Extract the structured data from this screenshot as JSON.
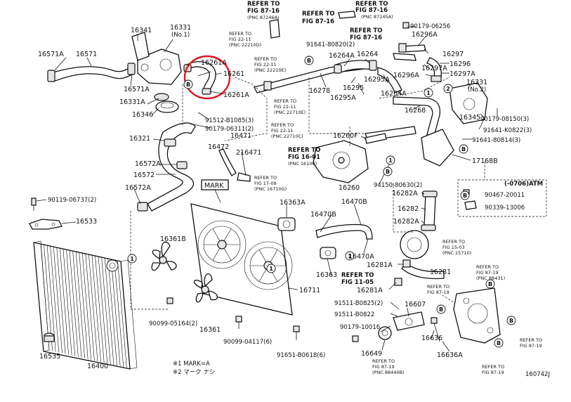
{
  "labels": {
    "p16341": "16341",
    "p16331_top": "16331",
    "p16331_top_sub": "(No.1)",
    "p16571A_l": "16571A",
    "p16571": "16571",
    "p16571A_m": "16571A",
    "p16331A": "16331A",
    "p16346": "16346",
    "p16321": "16321",
    "p16572A_t": "16572A",
    "p16572": "16572",
    "p16572A_b": "16572A",
    "p90119": "90119-06737(2)",
    "p16533": "16533",
    "p16400": "16400",
    "p16535": "16535",
    "p16361B": "16361B",
    "p16361": "16361",
    "p90099_05164": "90099-05164(2)",
    "p90099_04117": "90099-04117(6)",
    "p16711": "16711",
    "p91651": "91651-B0618(6)",
    "p16261A_t": "16261A",
    "p16261": "16261",
    "p16261A_b": "16261A",
    "p91512": "91512-B1085(3)",
    "p90179_06311": "90179-06311(2)",
    "p16471": "16471",
    "p16472": "16472",
    "p216471": "216471",
    "mark": "MARK",
    "p16363A": "16363A",
    "p16470B": "16470B",
    "p16470A": "16470A",
    "p16363": "16363",
    "p16278": "16278",
    "p16264A_t": "16264A",
    "p16264": "16264",
    "p16295": "16295",
    "p16295A_r": "16295A",
    "p16295A_b": "16295A",
    "p91641_80820": "91641-80820(2)",
    "p16264A_b": "16264A",
    "p16268": "16268",
    "p16260F": "16260F",
    "p16260": "16260",
    "p94150": "94150-80630(2)",
    "p16282A_t": "16282A",
    "p16282": "16282",
    "p16282A_b": "16282A",
    "p16281A_t": "16281A",
    "p16281": "16281",
    "p16281A_b": "16281A",
    "p91511_B0825": "91511-B0825(2)",
    "p16607": "16607",
    "p91511_B0822": "91511-B0822",
    "p90179_10016": "90179-10016",
    "p16649": "16649",
    "p16636": "16636",
    "p16636A": "16636A",
    "p90179_06256": "90179-06256",
    "p16296A_t": "16296A",
    "p16297": "16297",
    "p16297A_t": "16297A",
    "p16296": "16296",
    "p16296A_m": "16296A",
    "p16297A_b": "16297A",
    "p16331_r": "16331",
    "p16331_r_sub": "(No.2)",
    "p16345": "16345",
    "p90179_08150": "90179-08150(3)",
    "p91641_K0822": "91641-K0822(3)",
    "p91641_80814": "91641-80814(3)",
    "p17168B": "17168B",
    "atm_title": "(-0706)ATM",
    "p90467": "90467-20011",
    "p90339": "90339-13006",
    "fig_code": "160742J",
    "note1": "※1 MARK=A",
    "note2": "※2 マーク ナシ"
  },
  "refs": [
    {
      "l1": "REFER TO",
      "l2": "FIG 87-16",
      "l3": "(PNC 87246A)"
    },
    {
      "l1": "REFER TO",
      "l2": "FIG 87-16",
      "l3": "(PNC 87245A)"
    },
    {
      "l1": "REFER TO",
      "l2": "FIG 87-16",
      "l3": ""
    },
    {
      "l1": "REFER TO",
      "l2": "FIG 87-16",
      "l3": ""
    },
    {
      "l1": "REFER TO",
      "l2": "FIG 22-11",
      "l3": "(PNC 22210D)"
    },
    {
      "l1": "REFER TO",
      "l2": "FIG 22-11",
      "l3": "(PNC 22210E)"
    },
    {
      "l1": "REFER TO",
      "l2": "FIG 22-11",
      "l3": "(PNC 22710E)"
    },
    {
      "l1": "REFER TO",
      "l2": "FIG 22-11",
      "l3": "(PNC 22710C)"
    },
    {
      "l1": "REFER TO",
      "l2": "FIG 17-09",
      "l3": "(PNC 16710G)"
    },
    {
      "l1": "REFER TO",
      "l2": "FIG 16-01",
      "l3": "(PNC 16100)"
    },
    {
      "l1": "REFER TO",
      "l2": "FIG 15-03",
      "l3": "(PNC 15710)"
    },
    {
      "l1": "REFER TO",
      "l2": "FIG 11-05",
      "l3": ""
    },
    {
      "l1": "REFER TO",
      "l2": "FIG 87-19",
      "l3": "(PNC 88431)"
    },
    {
      "l1": "REFER TO",
      "l2": "FIG 87-19",
      "l3": ""
    },
    {
      "l1": "REFER TO",
      "l2": "FIG 87-19",
      "l3": "(PNC 88440B)"
    },
    {
      "l1": "REFER TO",
      "l2": "FIG 87-19",
      "l3": ""
    },
    {
      "l1": "REFER TO",
      "l2": "FIG 87-19",
      "l3": ""
    }
  ],
  "callouts": {
    "one": "1",
    "b": "B",
    "two": "2"
  },
  "colors": {
    "highlight": "#e0141c",
    "ink": "#111111"
  }
}
